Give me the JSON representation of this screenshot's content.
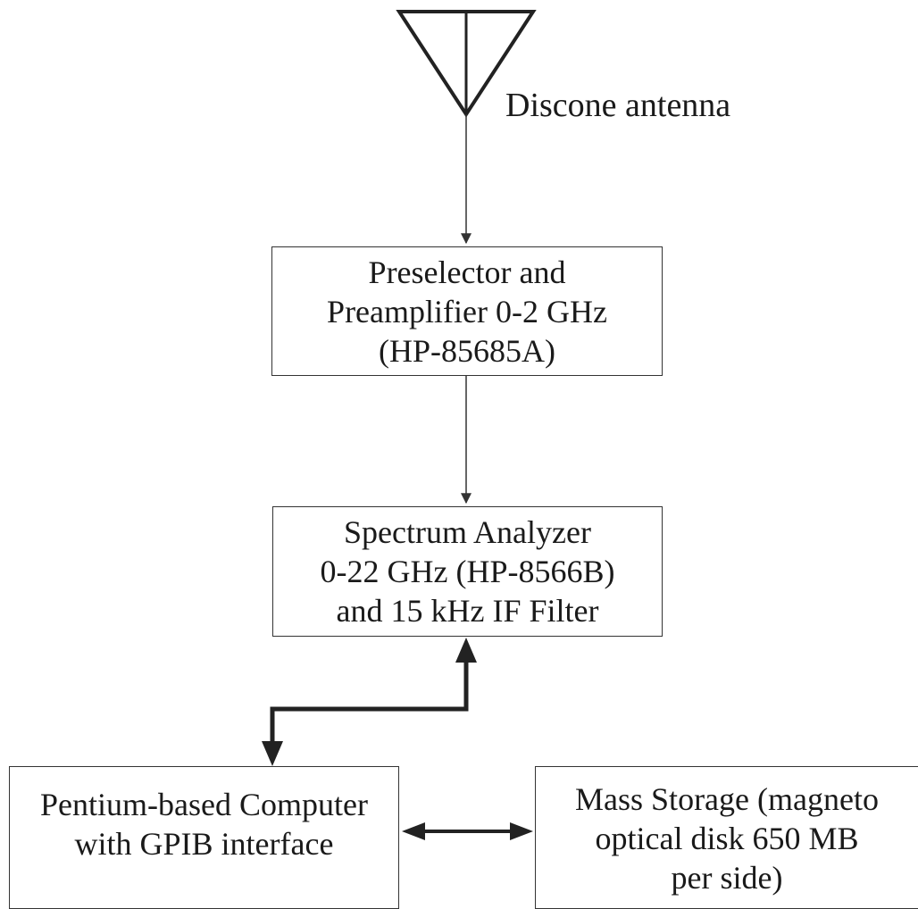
{
  "antenna": {
    "label": "Discone antenna"
  },
  "preselector": {
    "lines": [
      "Preselector and",
      "Preamplifier  0-2 GHz",
      "(HP-85685A)"
    ]
  },
  "spectrum_analyzer": {
    "lines": [
      "Spectrum Analyzer",
      "0-22 GHz (HP-8566B)",
      "and 15 kHz IF Filter"
    ]
  },
  "computer": {
    "lines": [
      "Pentium-based Computer",
      "with GPIB interface"
    ]
  },
  "mass_storage": {
    "lines": [
      "Mass Storage (magneto",
      "optical disk 650 MB",
      "per side)"
    ]
  }
}
